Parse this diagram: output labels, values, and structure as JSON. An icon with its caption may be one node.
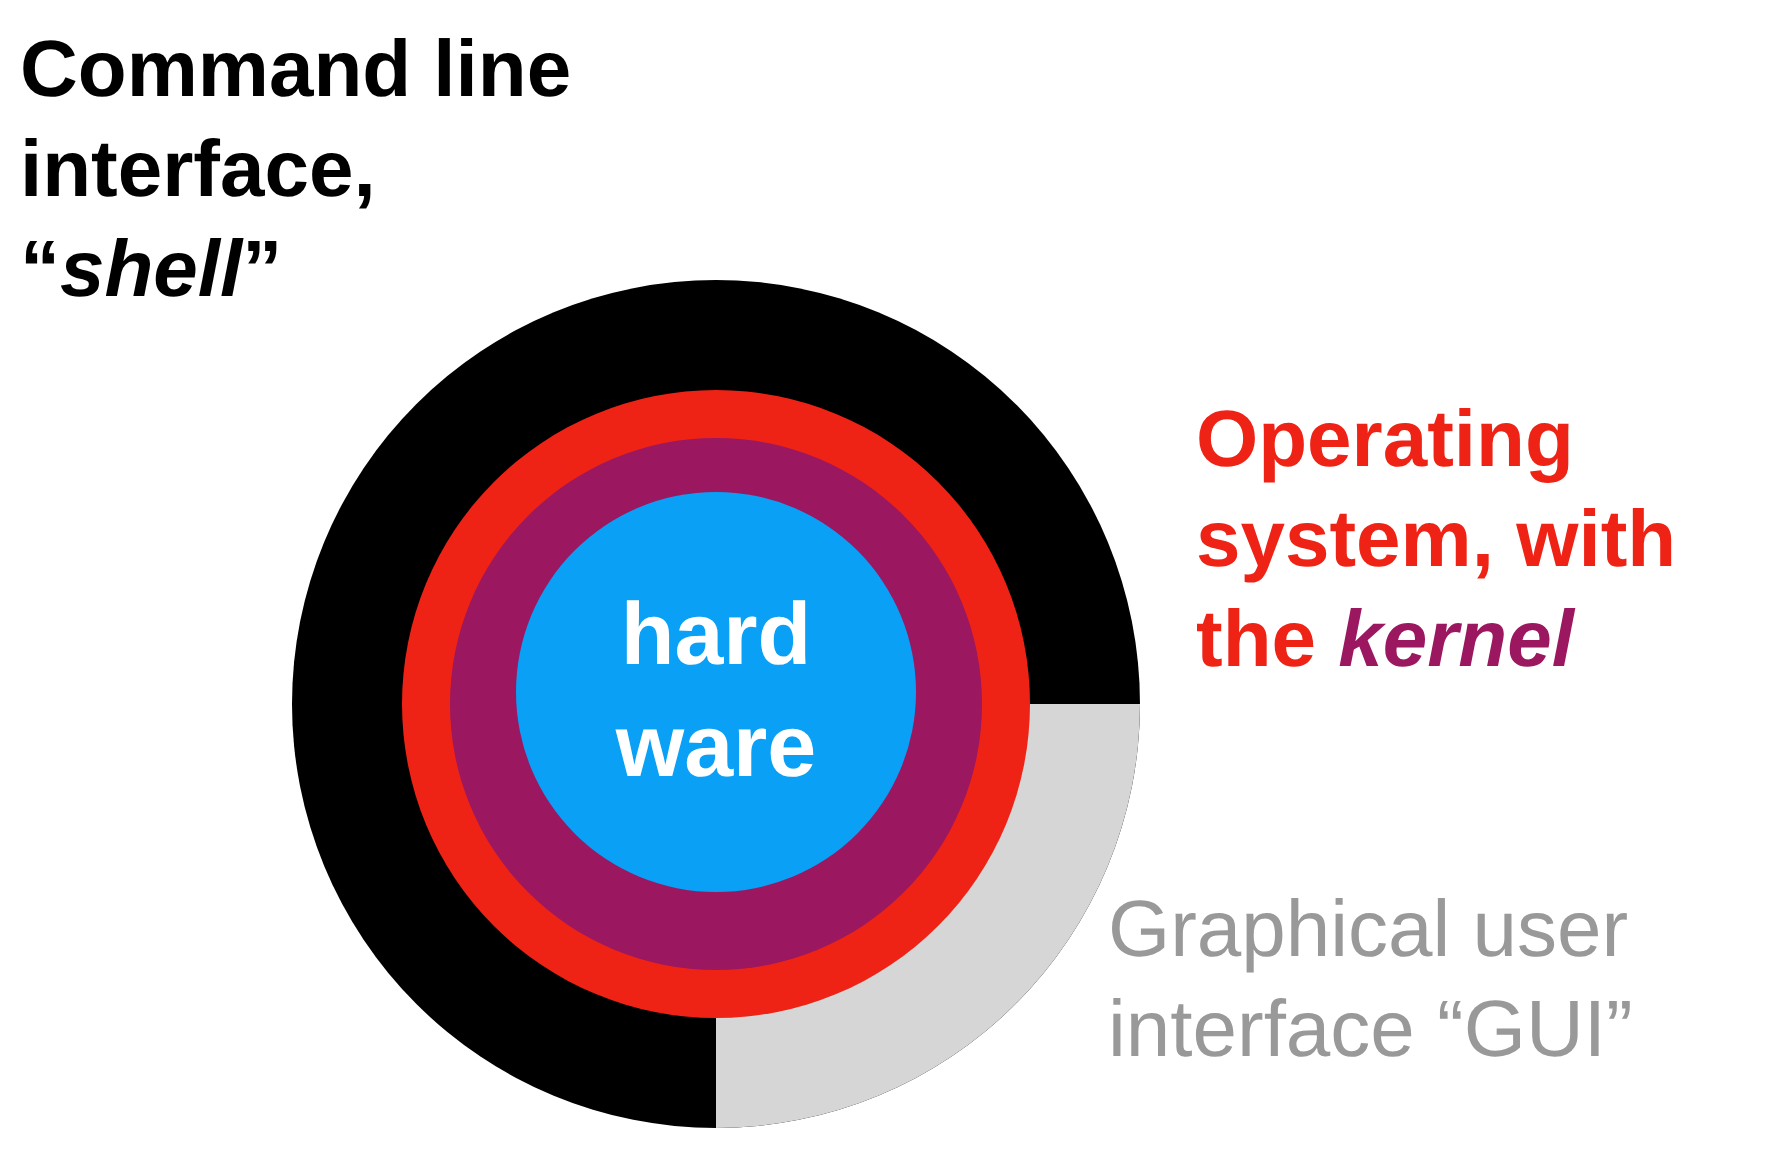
{
  "diagram": {
    "nodes": [
      {
        "text": [
          "Command line interface, “*shell*”"
        ]
      },
      {
        "text": [
          "Graphical user interface “GUI”"
        ],
        "in": 0
      },
      {
        "text": [
          "Operating system, with the *kernel*"
        ],
        "in": 0
      },
      {
        "text": [],
        "shape": "circle",
        "in": 2
      },
      {
        "text": [
          "hard ware"
        ],
        "in": 3
      }
    ]
  }
}
